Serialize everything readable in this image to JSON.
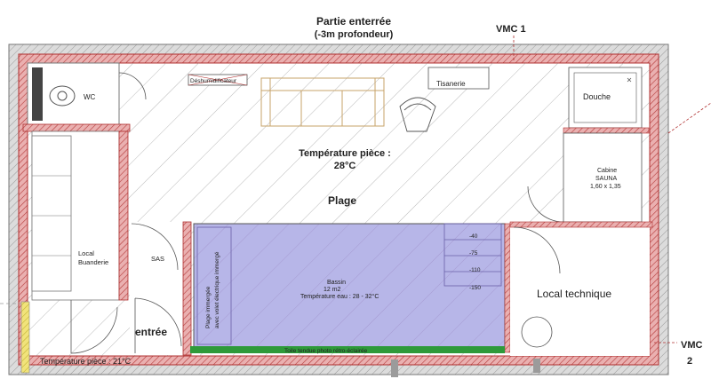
{
  "labels": {
    "top_title_1": "Partie enterrée",
    "top_title_2": "(-3m profondeur)",
    "vmc1": "VMC 1",
    "vmc2_a": "VMC",
    "vmc2_b": "2",
    "wc": "WC",
    "deshumidificateur": "Déshumidificateur",
    "tisanerie": "Tisanerie",
    "douche": "Douche",
    "temp_room_1": "Température pièce :",
    "temp_room_2": "28°C",
    "plage": "Plage",
    "sauna_1": "Cabine",
    "sauna_2": "SAUNA",
    "sauna_3": "1,60 x 1,35",
    "local_buanderie_1": "Local",
    "local_buanderie_2": "Buanderie",
    "sas": "SAS",
    "entree": "entrée",
    "temp_outside": "Température pièce : 21°C",
    "bassin_1": "Bassin",
    "bassin_2": "12 m2",
    "bassin_3": "Température eau : 28 - 32°C",
    "plage_immergee_1": "Plage immergée",
    "plage_immergee_2": "avec volet électrique immergé",
    "step_1": "-40",
    "step_2": "-75",
    "step_3": "-110",
    "step_4": "-150",
    "toile": "Toile tendue photo rétro-éclairée",
    "local_technique": "Local technique"
  },
  "colors": {
    "wall_fill": "#e8a0a0",
    "wall_stroke": "#b03030",
    "pool_fill": "#b5b5e6",
    "toile_fill": "#2e9a3a",
    "hatch": "#7a7a7a",
    "furniture": "#c7a36a",
    "outer_wall": "#d8d8d8",
    "yellow_hatch": "#e5d84a"
  }
}
